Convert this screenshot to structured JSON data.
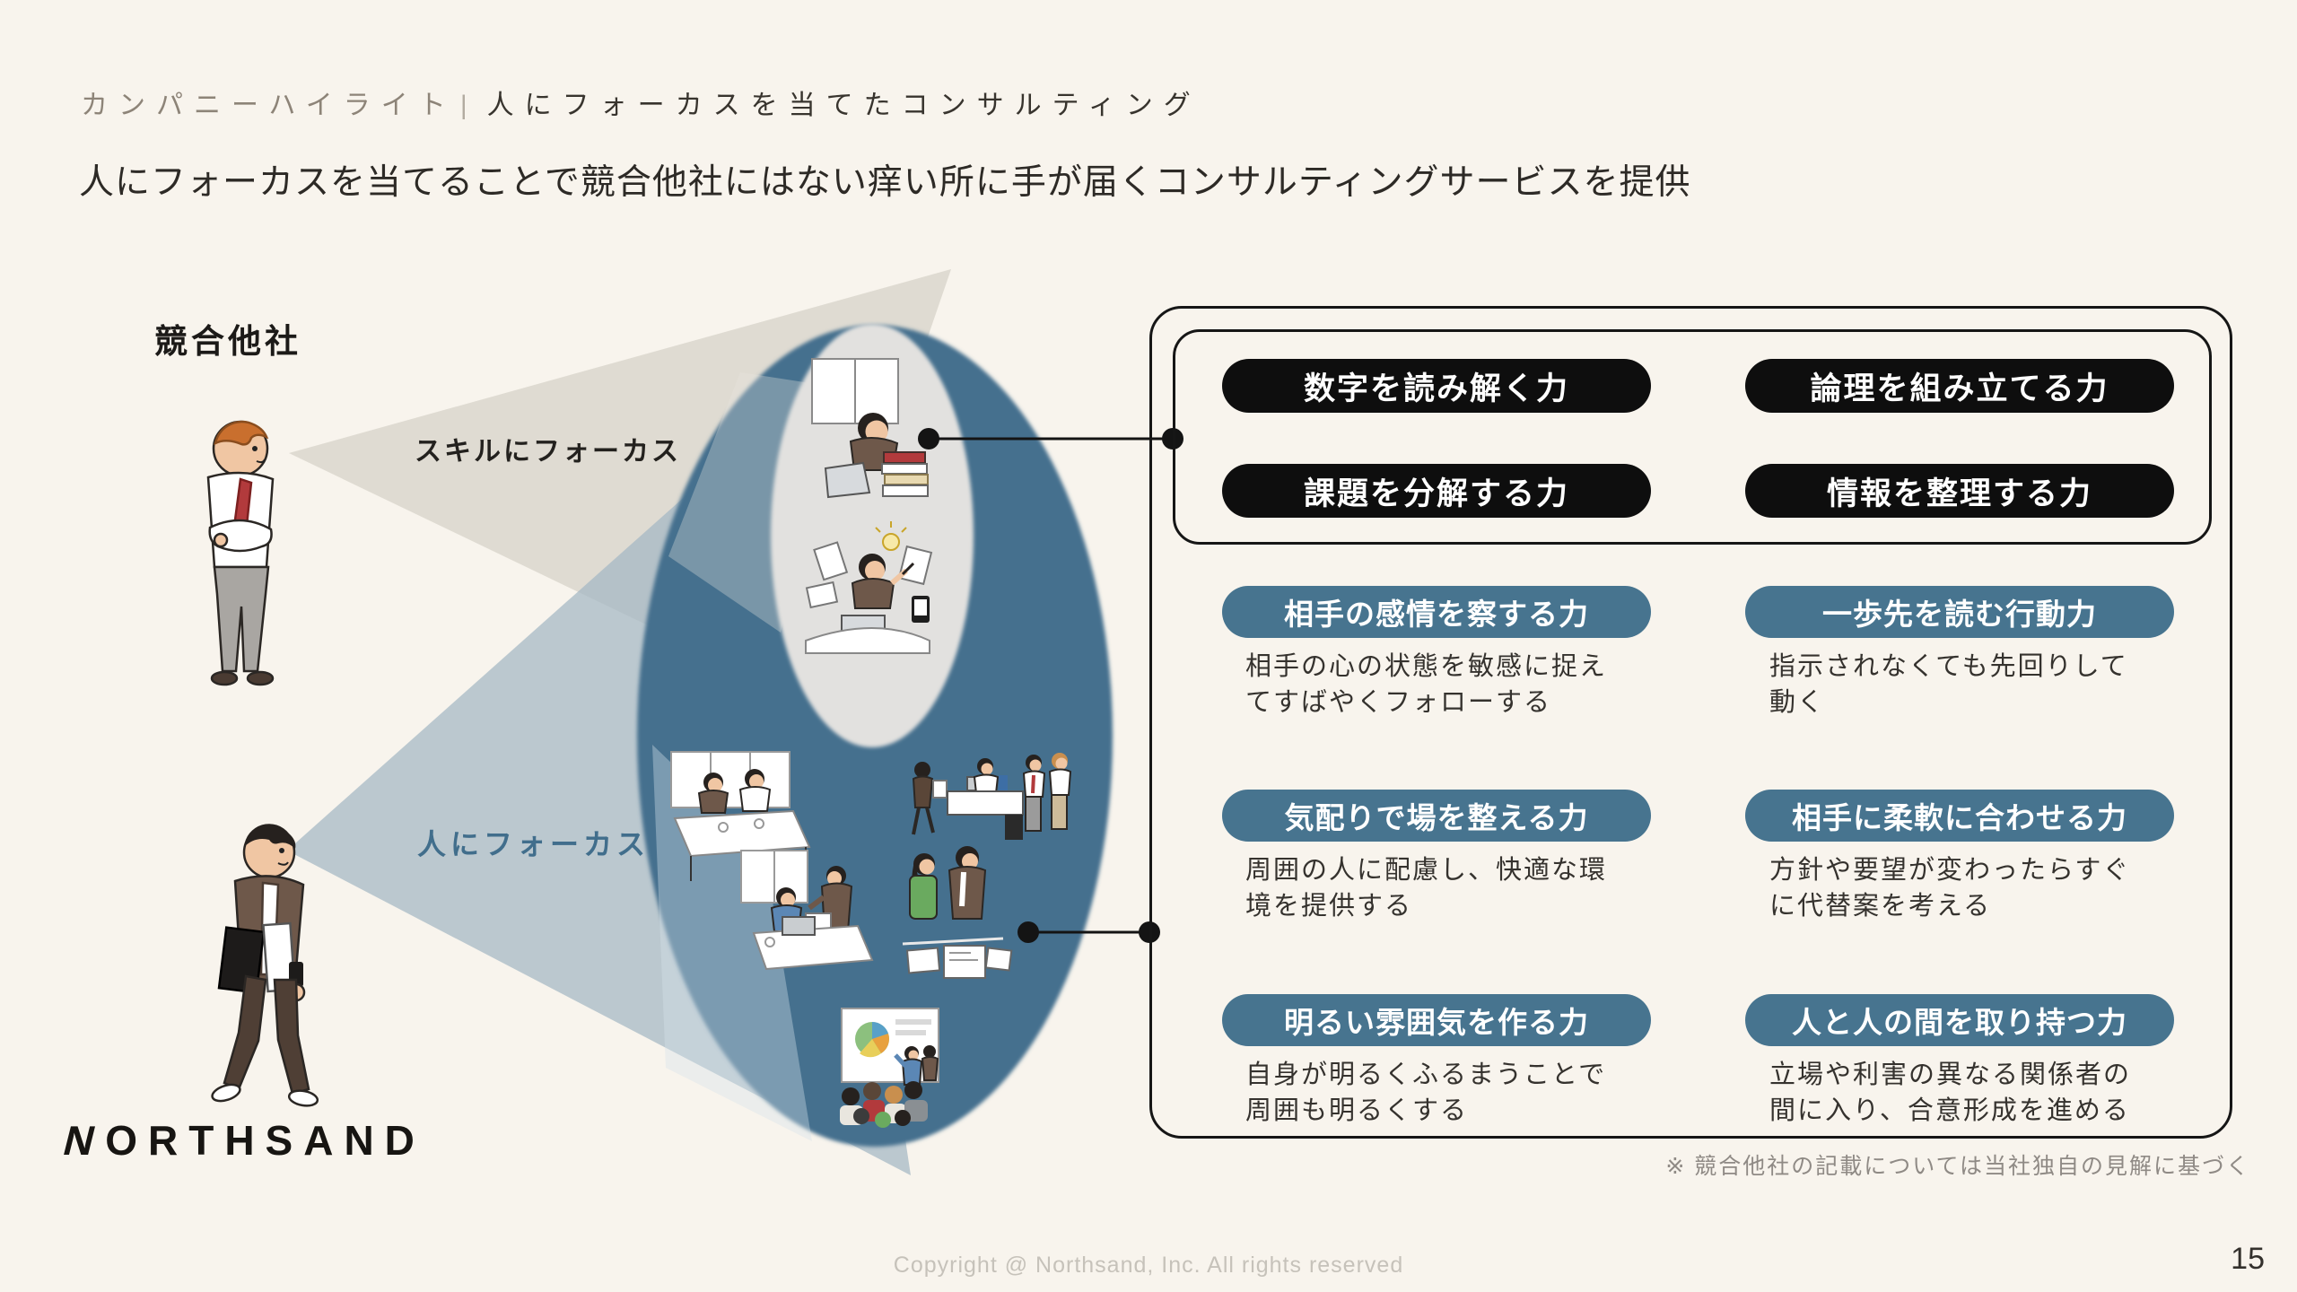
{
  "header": {
    "eyebrow_section": "カンパニーハイライト",
    "eyebrow_divider": "|",
    "eyebrow_topic": "人にフォーカスを当てたコンサルティング",
    "title": "人にフォーカスを当てることで競合他社にはない痒い所に手が届くコンサルティングサービスを提供"
  },
  "diagram": {
    "competitor_label": "競合他社",
    "skill_focus_label": "スキルにフォーカス",
    "people_focus_label": "人にフォーカス",
    "illustrations": [
      "competitor-consultant",
      "northsand-consultant",
      "solo-desk-work",
      "idea-work",
      "team-meeting",
      "desk-discussion",
      "one-on-one-support",
      "document-review",
      "presentation-audience"
    ]
  },
  "hard_skills": {
    "items": [
      "数字を読み解く力",
      "論理を組み立てる力",
      "課題を分解する力",
      "情報を整理する力"
    ]
  },
  "people_skills": [
    {
      "title": "相手の感情を察する力",
      "desc": "相手の心の状態を敏感に捉え\nてすばやくフォローする"
    },
    {
      "title": "一歩先を読む行動力",
      "desc": "指示されなくても先回りして\n動く"
    },
    {
      "title": "気配りで場を整える力",
      "desc": "周囲の人に配慮し、快適な環\n境を提供する"
    },
    {
      "title": "相手に柔軟に合わせる力",
      "desc": "方針や要望が変わったらすぐ\nに代替案を考える"
    },
    {
      "title": "明るい雰囲気を作る力",
      "desc": "自身が明るくふるまうことで\n周囲も明るくする"
    },
    {
      "title": "人と人の間を取り持つ力",
      "desc": "立場や利害の異なる関係者の\n間に入り、合意形成を進める"
    }
  ],
  "logo": {
    "first_letter": "N",
    "rest": "ORTHSAND"
  },
  "footer": {
    "footnote": "※ 競合他社の記載については当社独自の見解に基づく",
    "copyright": "Copyright @ Northsand, Inc. All rights reserved",
    "page_number": "15"
  },
  "colors": {
    "background": "#f8f4ed",
    "teal_badge": "#47748f",
    "ellipse_teal": "#44708e",
    "inner_ellipse_gray": "#e2e1df",
    "badge_black": "#0e0e0e",
    "skill_beam": "#e9e6df",
    "people_beam": "#b5c4ce"
  }
}
